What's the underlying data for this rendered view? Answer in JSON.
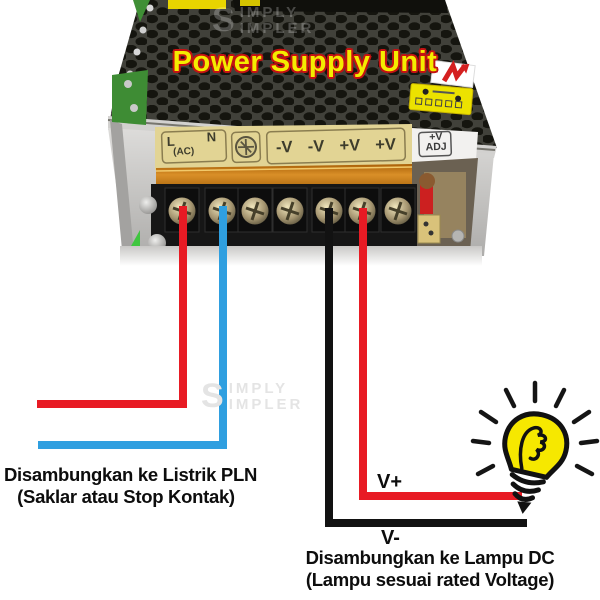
{
  "title": "Power Supply Unit",
  "watermark": {
    "logo": "S",
    "line1": "IMPLY",
    "line2": "IMPLER"
  },
  "psu": {
    "labels": {
      "live": "L",
      "ac": "(AC)",
      "neutral": "N",
      "dc": [
        "-V",
        "-V",
        "+V",
        "+V"
      ],
      "adj_top": "+V",
      "adj_bottom": "ADJ"
    },
    "terminal_count": 7
  },
  "wires": {
    "ac_live": {
      "color": "#e81b24",
      "connects": "L"
    },
    "ac_neutral": {
      "color": "#2f9fe0",
      "connects": "N"
    },
    "dc_negative": {
      "color": "#121212",
      "connects": "-V",
      "label": "V-"
    },
    "dc_positive": {
      "color": "#e81b24",
      "connects": "+V",
      "label": "V+"
    }
  },
  "captions": {
    "ac_line1": "Disambungkan ke Listrik PLN",
    "ac_line2": "(Saklar atau Stop Kontak)",
    "v_plus": "V+",
    "v_minus": "V-",
    "dc_line1": "Disambungkan ke Lampu DC",
    "dc_line2": "(Lampu sesuai rated Voltage)"
  },
  "colors": {
    "title_fill": "#f4ec00",
    "title_outline": "#c41212",
    "bulb": "#f6e800",
    "label_strip": "#e2d494",
    "terminal_block": "#161616"
  }
}
